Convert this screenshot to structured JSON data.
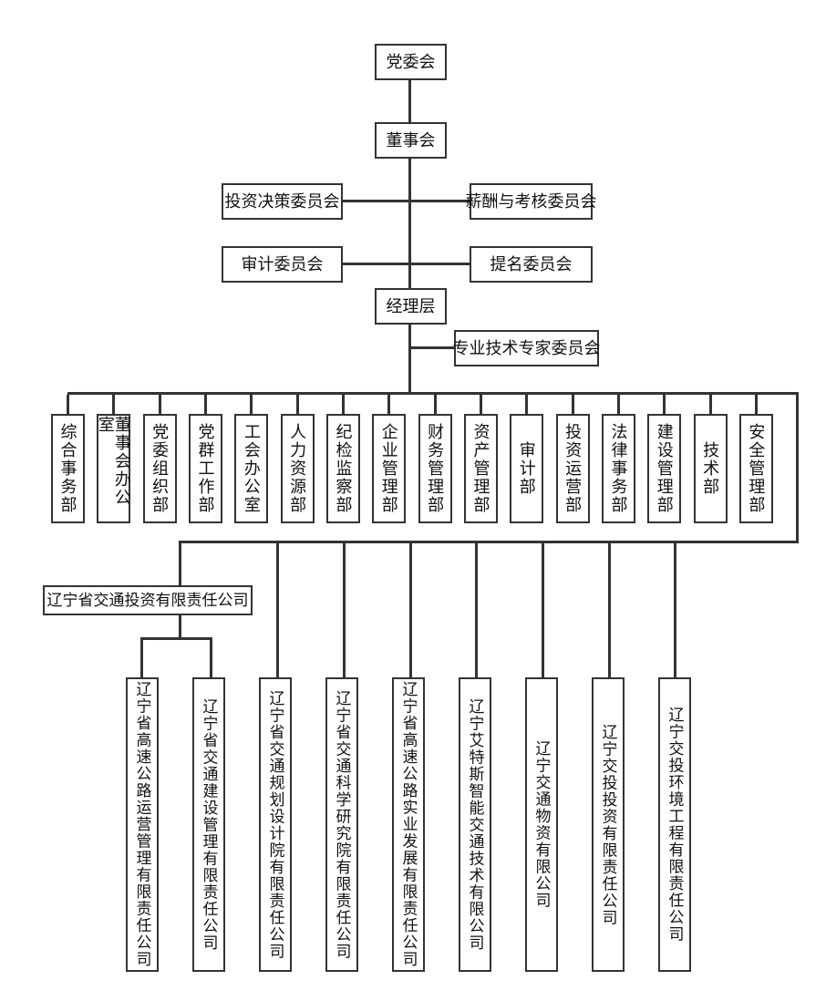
{
  "colors": {
    "line": "#333333",
    "border": "#333333",
    "background": "#ffffff"
  },
  "chart": {
    "type": "org-chart",
    "top_nodes": {
      "party_committee": "党委会",
      "board_of_directors": "董事会",
      "management_layer": "经理层"
    },
    "committees": [
      "投资决策委员会",
      "薪酬与考核委员会",
      "审计委员会",
      "提名委员会"
    ],
    "expert_committee": "专业技术专家委员会",
    "departments": [
      "综合事务部",
      "董事会办公室",
      "党委组织部",
      "党群工作部",
      "工会办公室",
      "人力资源部",
      "纪检监察部",
      "企业管理部",
      "财务管理部",
      "资产管理部",
      "审计部",
      "投资运营部",
      "法律事务部",
      "建设管理部",
      "技术部",
      "安全管理部"
    ],
    "company": "辽宁省交通投资有限责任公司",
    "subsidiaries": [
      "辽宁省高速公路运营管理有限责任公司",
      "辽宁省交通建设管理有限责任公司",
      "辽宁省交通规划设计院有限责任公司",
      "辽宁省交通科学研究院有限责任公司",
      "辽宁省高速公路实业发展有限责任公司",
      "辽宁艾特斯智能交通技术有限公司",
      "辽宁交通物资有限公司",
      "辽宁交投投资有限责任公司",
      "辽宁交投环境工程有限责任公司"
    ]
  }
}
